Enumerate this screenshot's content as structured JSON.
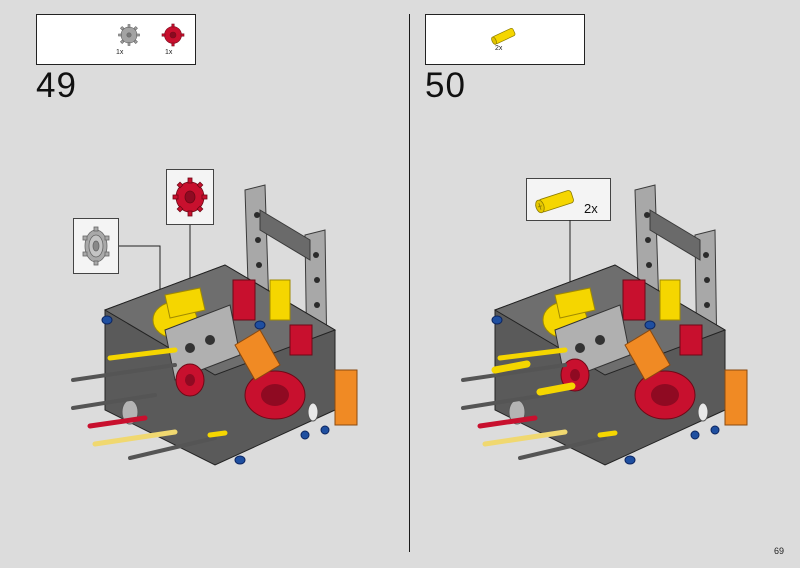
{
  "page_number": "69",
  "steps": [
    {
      "number": "49",
      "parts": [
        {
          "icon": "grey-gear-icon",
          "qty": "1x",
          "color": "#9a9a9a"
        },
        {
          "icon": "red-gear-icon",
          "qty": "1x",
          "color": "#c8102e"
        }
      ]
    },
    {
      "number": "50",
      "parts": [
        {
          "icon": "yellow-axle-connector-icon",
          "qty": "2x",
          "color": "#f5d600"
        }
      ],
      "callout_qty": "2x"
    }
  ],
  "colors": {
    "background": "#dcdcdc",
    "red": "#c8102e",
    "yellow": "#f5d600",
    "orange": "#f08a24",
    "dark_grey": "#5a5a5a",
    "light_grey": "#a8a8a8",
    "blue": "#1f4fa0"
  }
}
